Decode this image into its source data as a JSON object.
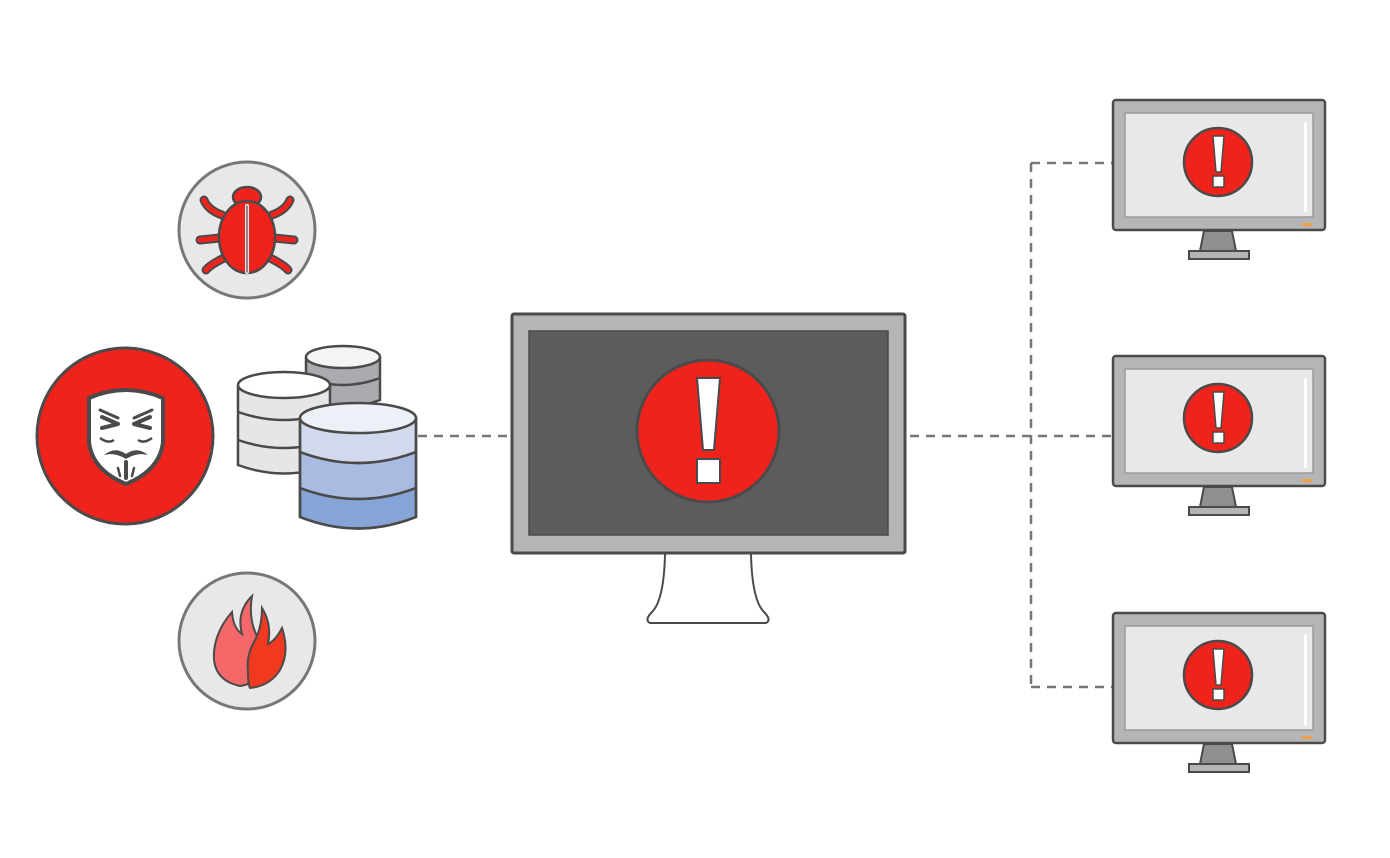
{
  "diagram": {
    "threats": [
      {
        "icon": "bug-icon",
        "kind": "malware"
      },
      {
        "icon": "anonymous-mask-icon",
        "kind": "hacker"
      },
      {
        "icon": "fire-icon",
        "kind": "attack"
      }
    ],
    "source": {
      "icon": "database-stack-icon"
    },
    "central_monitor": {
      "icon": "alert-exclamation-icon",
      "state": "alert"
    },
    "client_monitors": [
      {
        "icon": "alert-exclamation-icon",
        "state": "alert"
      },
      {
        "icon": "alert-exclamation-icon",
        "state": "alert"
      },
      {
        "icon": "alert-exclamation-icon",
        "state": "alert"
      }
    ],
    "connector_style": "dashed"
  },
  "colors": {
    "alert_red": "#f0231c",
    "outline": "#4a4a4a",
    "monitor_frame": "#b5b5b7",
    "monitor_screen_dark": "#5c5c5c",
    "monitor_screen_light": "#e8e8e8",
    "threat_badge_bg": "#e8e8e8",
    "db_gray": "#a9abae",
    "db_blue_light": "#d3d9ec",
    "db_blue_mid": "#a9bbe0",
    "db_blue_dark": "#87a4d6",
    "connector": "#777777",
    "indicator_orange": "#f0a04b"
  }
}
